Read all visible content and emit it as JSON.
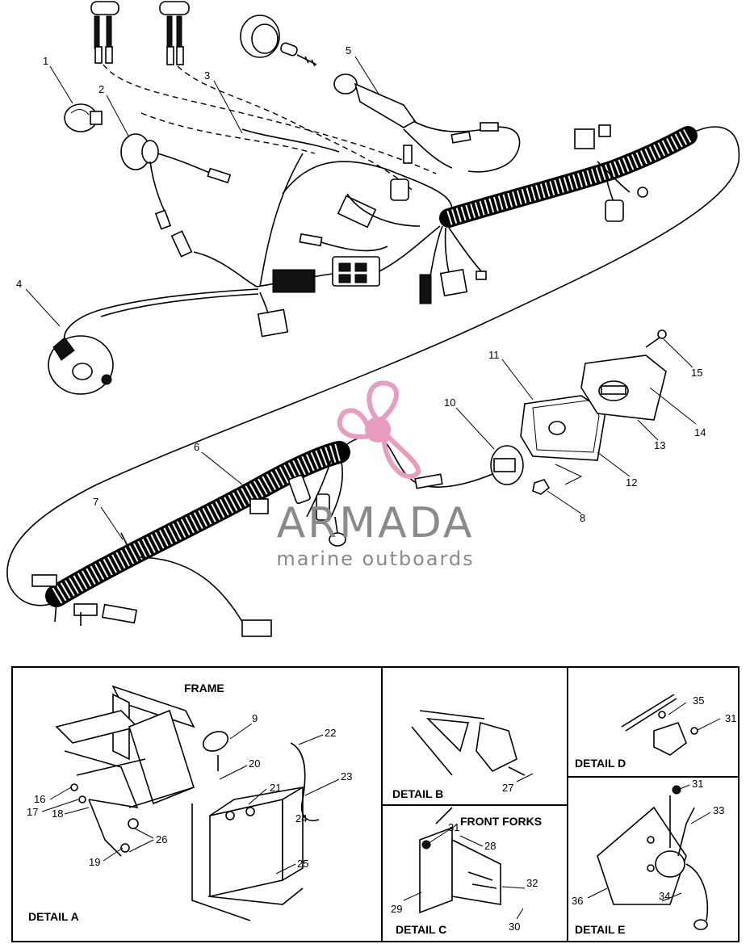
{
  "callouts": {
    "c1": "1",
    "c2": "2",
    "c3": "3",
    "c4": "4",
    "c5": "5",
    "c6": "6",
    "c7": "7",
    "c8": "8",
    "c9": "9",
    "c10": "10",
    "c11": "11",
    "c12": "12",
    "c13": "13",
    "c14": "14",
    "c15": "15",
    "c16": "16",
    "c17": "17",
    "c18": "18",
    "c19": "19",
    "c20": "20",
    "c21": "21",
    "c22": "22",
    "c23": "23",
    "c24": "24",
    "c25": "25",
    "c26": "26",
    "c27": "27",
    "c28": "28",
    "c29": "29",
    "c30": "30",
    "c31a": "31",
    "c31b": "31",
    "c31c": "31",
    "c32": "32",
    "c33": "33",
    "c34": "34",
    "c35": "35",
    "c36": "36"
  },
  "labels": {
    "frame": "FRAME",
    "front_forks": "FRONT FORKS",
    "detail_a": "DETAIL A",
    "detail_b": "DETAIL B",
    "detail_c": "DETAIL C",
    "detail_d": "DETAIL D",
    "detail_e": "DETAIL E"
  },
  "watermark": {
    "brand": "ARMADA",
    "tagline": "marine outboards",
    "accent_color": "#e89cc0",
    "text_color": "#8a8a8a"
  }
}
